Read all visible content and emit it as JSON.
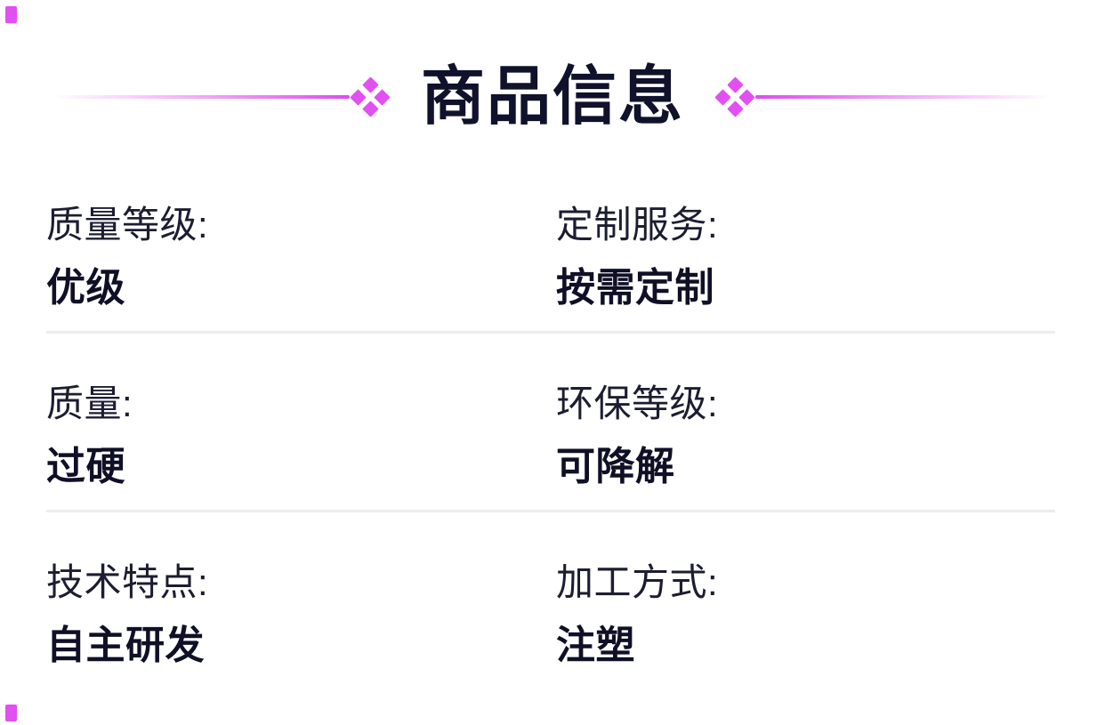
{
  "theme": {
    "accent_color": "#e24ff2",
    "divider_color": "#ebecf0",
    "title_color": "#10112a",
    "label_color": "#1c1d31",
    "value_color": "#0f1026"
  },
  "header": {
    "title": "商品信息"
  },
  "product_info": {
    "rows": [
      {
        "left": {
          "label": "质量等级:",
          "value": "优级"
        },
        "right": {
          "label": "定制服务:",
          "value": "按需定制"
        }
      },
      {
        "left": {
          "label": "质量:",
          "value": "过硬"
        },
        "right": {
          "label": "环保等级:",
          "value": "可降解"
        }
      },
      {
        "left": {
          "label": "技术特点:",
          "value": "自主研发"
        },
        "right": {
          "label": "加工方式:",
          "value": "注塑"
        }
      }
    ]
  }
}
